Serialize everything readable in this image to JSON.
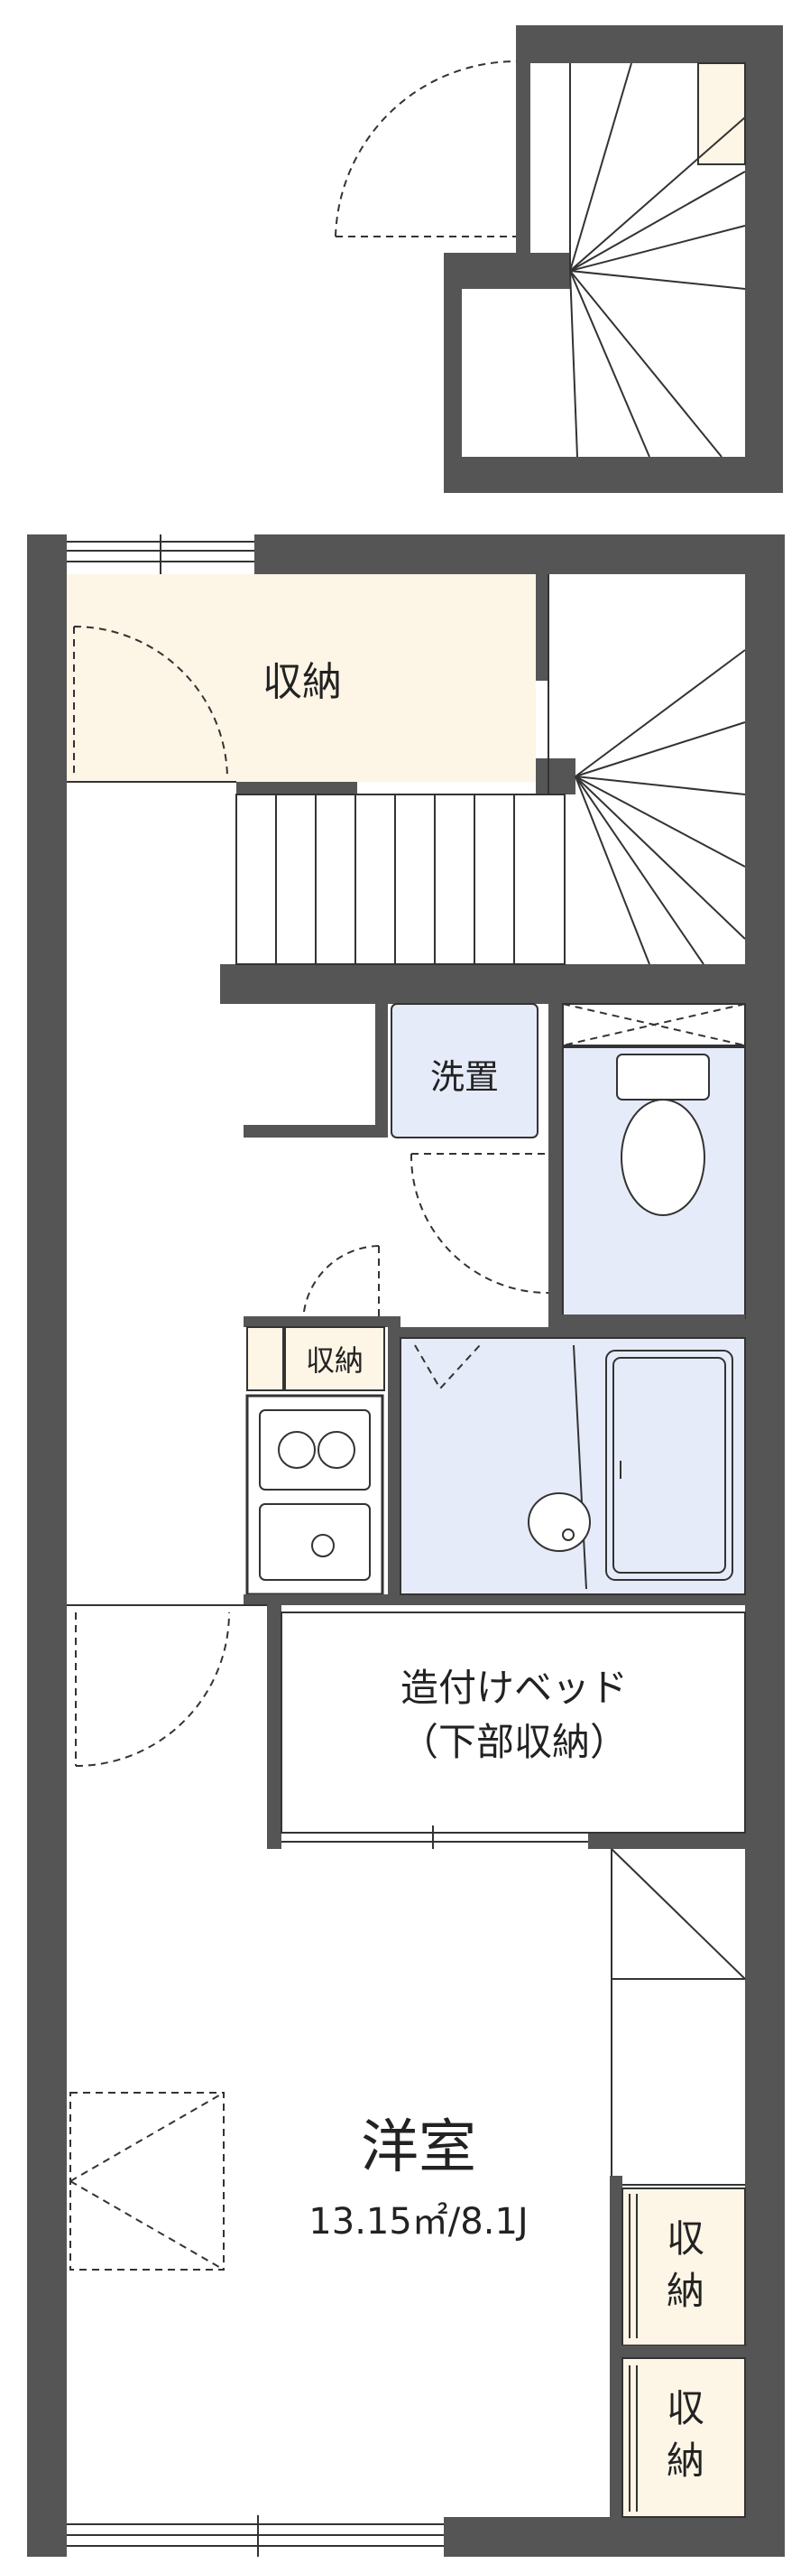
{
  "rooms": {
    "storage_top": "収納",
    "washer": "洗置",
    "storage_kitchen": "収納",
    "bed_line1": "造付けベッド",
    "bed_line2": "（下部収納）",
    "western_room": "洋室",
    "western_room_size": "13.15㎡/8.1J",
    "closet_a_line1": "収",
    "closet_a_line2": "納",
    "closet_b_line1": "収",
    "closet_b_line2": "納"
  },
  "colors": {
    "wall": "#555555",
    "storage_fill": "#fdf5e6",
    "wet_fill": "#e6ebf9",
    "line": "#333333"
  }
}
